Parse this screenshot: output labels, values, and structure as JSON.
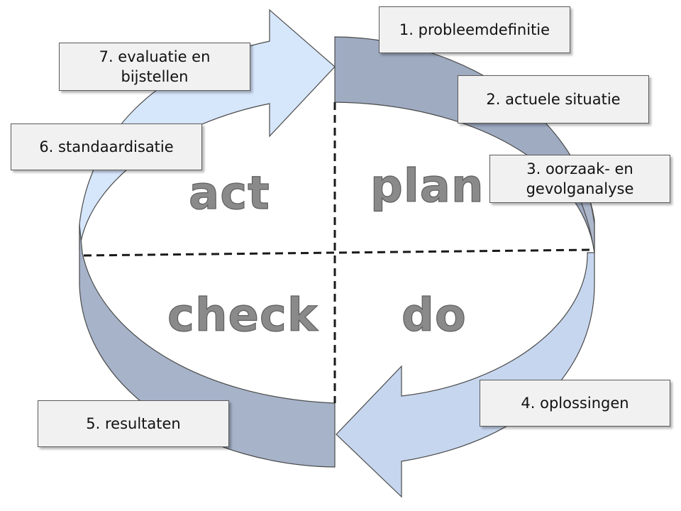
{
  "steps": [
    "1. probleemdefinitie",
    "2. actuele situatie",
    "3. oorzaak- en\ngevolganalyse",
    "4. oplossingen",
    "5. resultaten",
    "6. standaardisatie",
    "7. evaluatie en\nbijstellen"
  ],
  "quadrants": {
    "act": "act",
    "plan": "plan",
    "check": "check",
    "do": "do"
  },
  "colors": {
    "plan_band": "#9eabc1",
    "plan_band_edge": "#acb7cb",
    "check_band": "#a6b3c9",
    "act_arrow": "#d6e6fb",
    "do_arrow": "#c6d6ee",
    "box_fill": "#f1f1f1"
  }
}
